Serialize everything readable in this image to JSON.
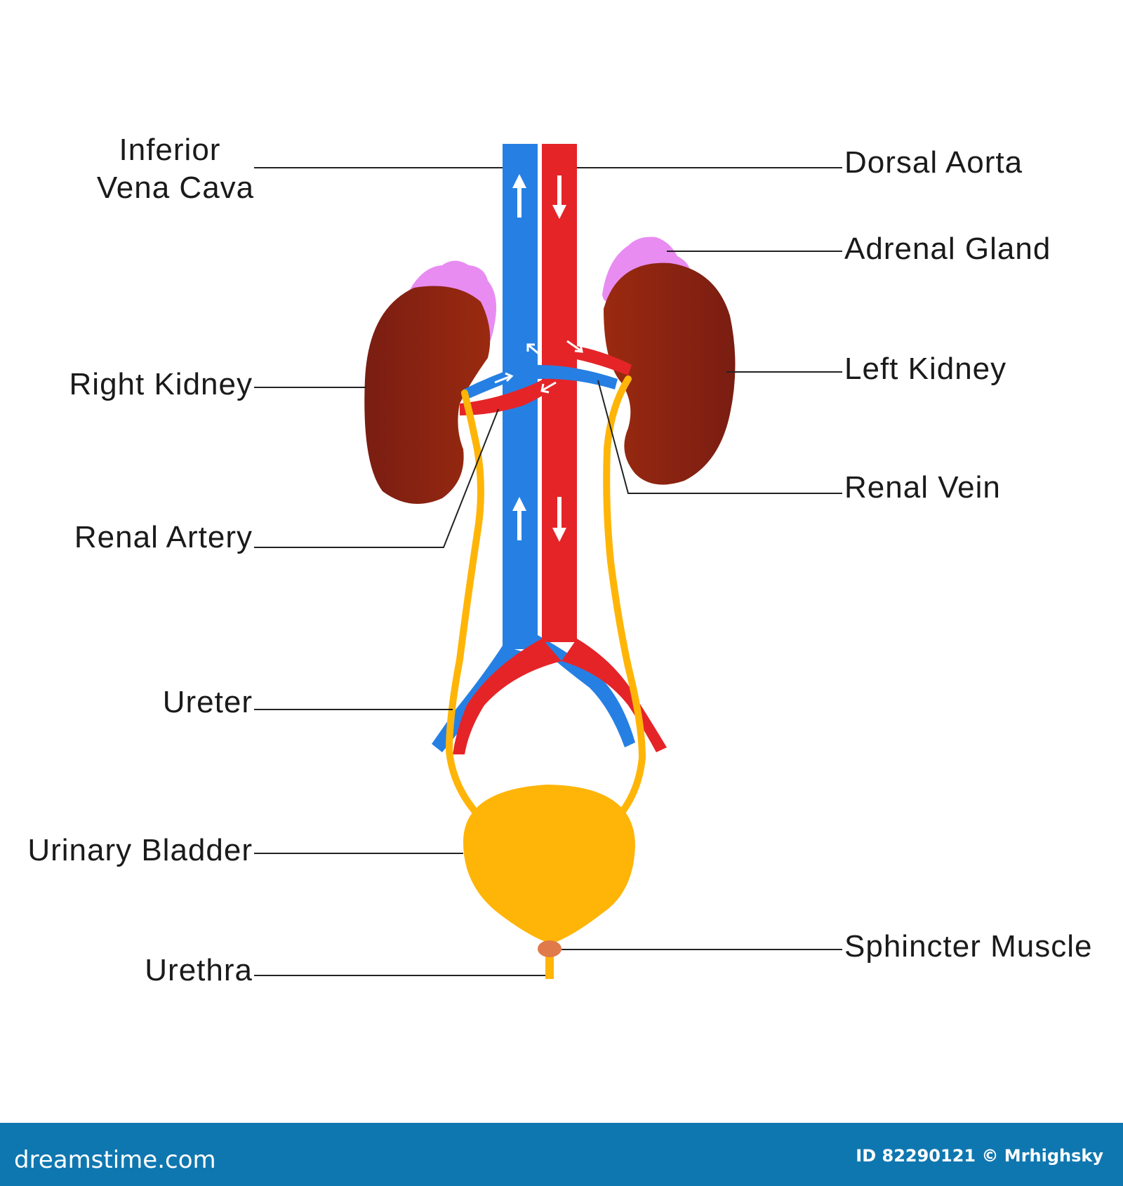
{
  "labels": {
    "inferior_vena_cava_line1": "Inferior",
    "inferior_vena_cava_line2": "Vena Cava",
    "dorsal_aorta": "Dorsal Aorta",
    "adrenal_gland": "Adrenal Gland",
    "right_kidney": "Right Kidney",
    "left_kidney": "Left Kidney",
    "renal_vein": "Renal Vein",
    "renal_artery": "Renal Artery",
    "ureter": "Ureter",
    "urinary_bladder": "Urinary Bladder",
    "urethra": "Urethra",
    "sphincter_muscle": "Sphincter Muscle"
  },
  "footer": {
    "brand": "dreamstime.com",
    "image_id": "ID 82290121 © Mrhighsky"
  },
  "colors": {
    "vein_blue": "#2680e3",
    "artery_red": "#e52428",
    "kidney_brown": "#8c2413",
    "adrenal_pink": "#e88cf2",
    "urinary_yellow": "#ffb508",
    "sphincter": "#e07a4a",
    "footer_bar": "#0f77b0"
  }
}
